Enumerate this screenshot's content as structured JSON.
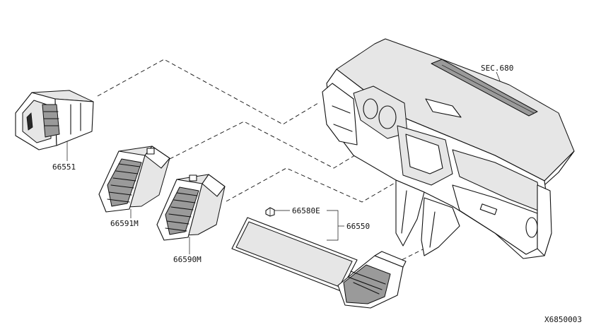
{
  "diagram": {
    "labels": {
      "part_66551": "66551",
      "part_66591M": "66591M",
      "part_66590M": "66590M",
      "part_66580E": "66580E",
      "part_66550": "66550",
      "section_ref": "SEC.680",
      "drawing_id": "X6850003"
    }
  }
}
